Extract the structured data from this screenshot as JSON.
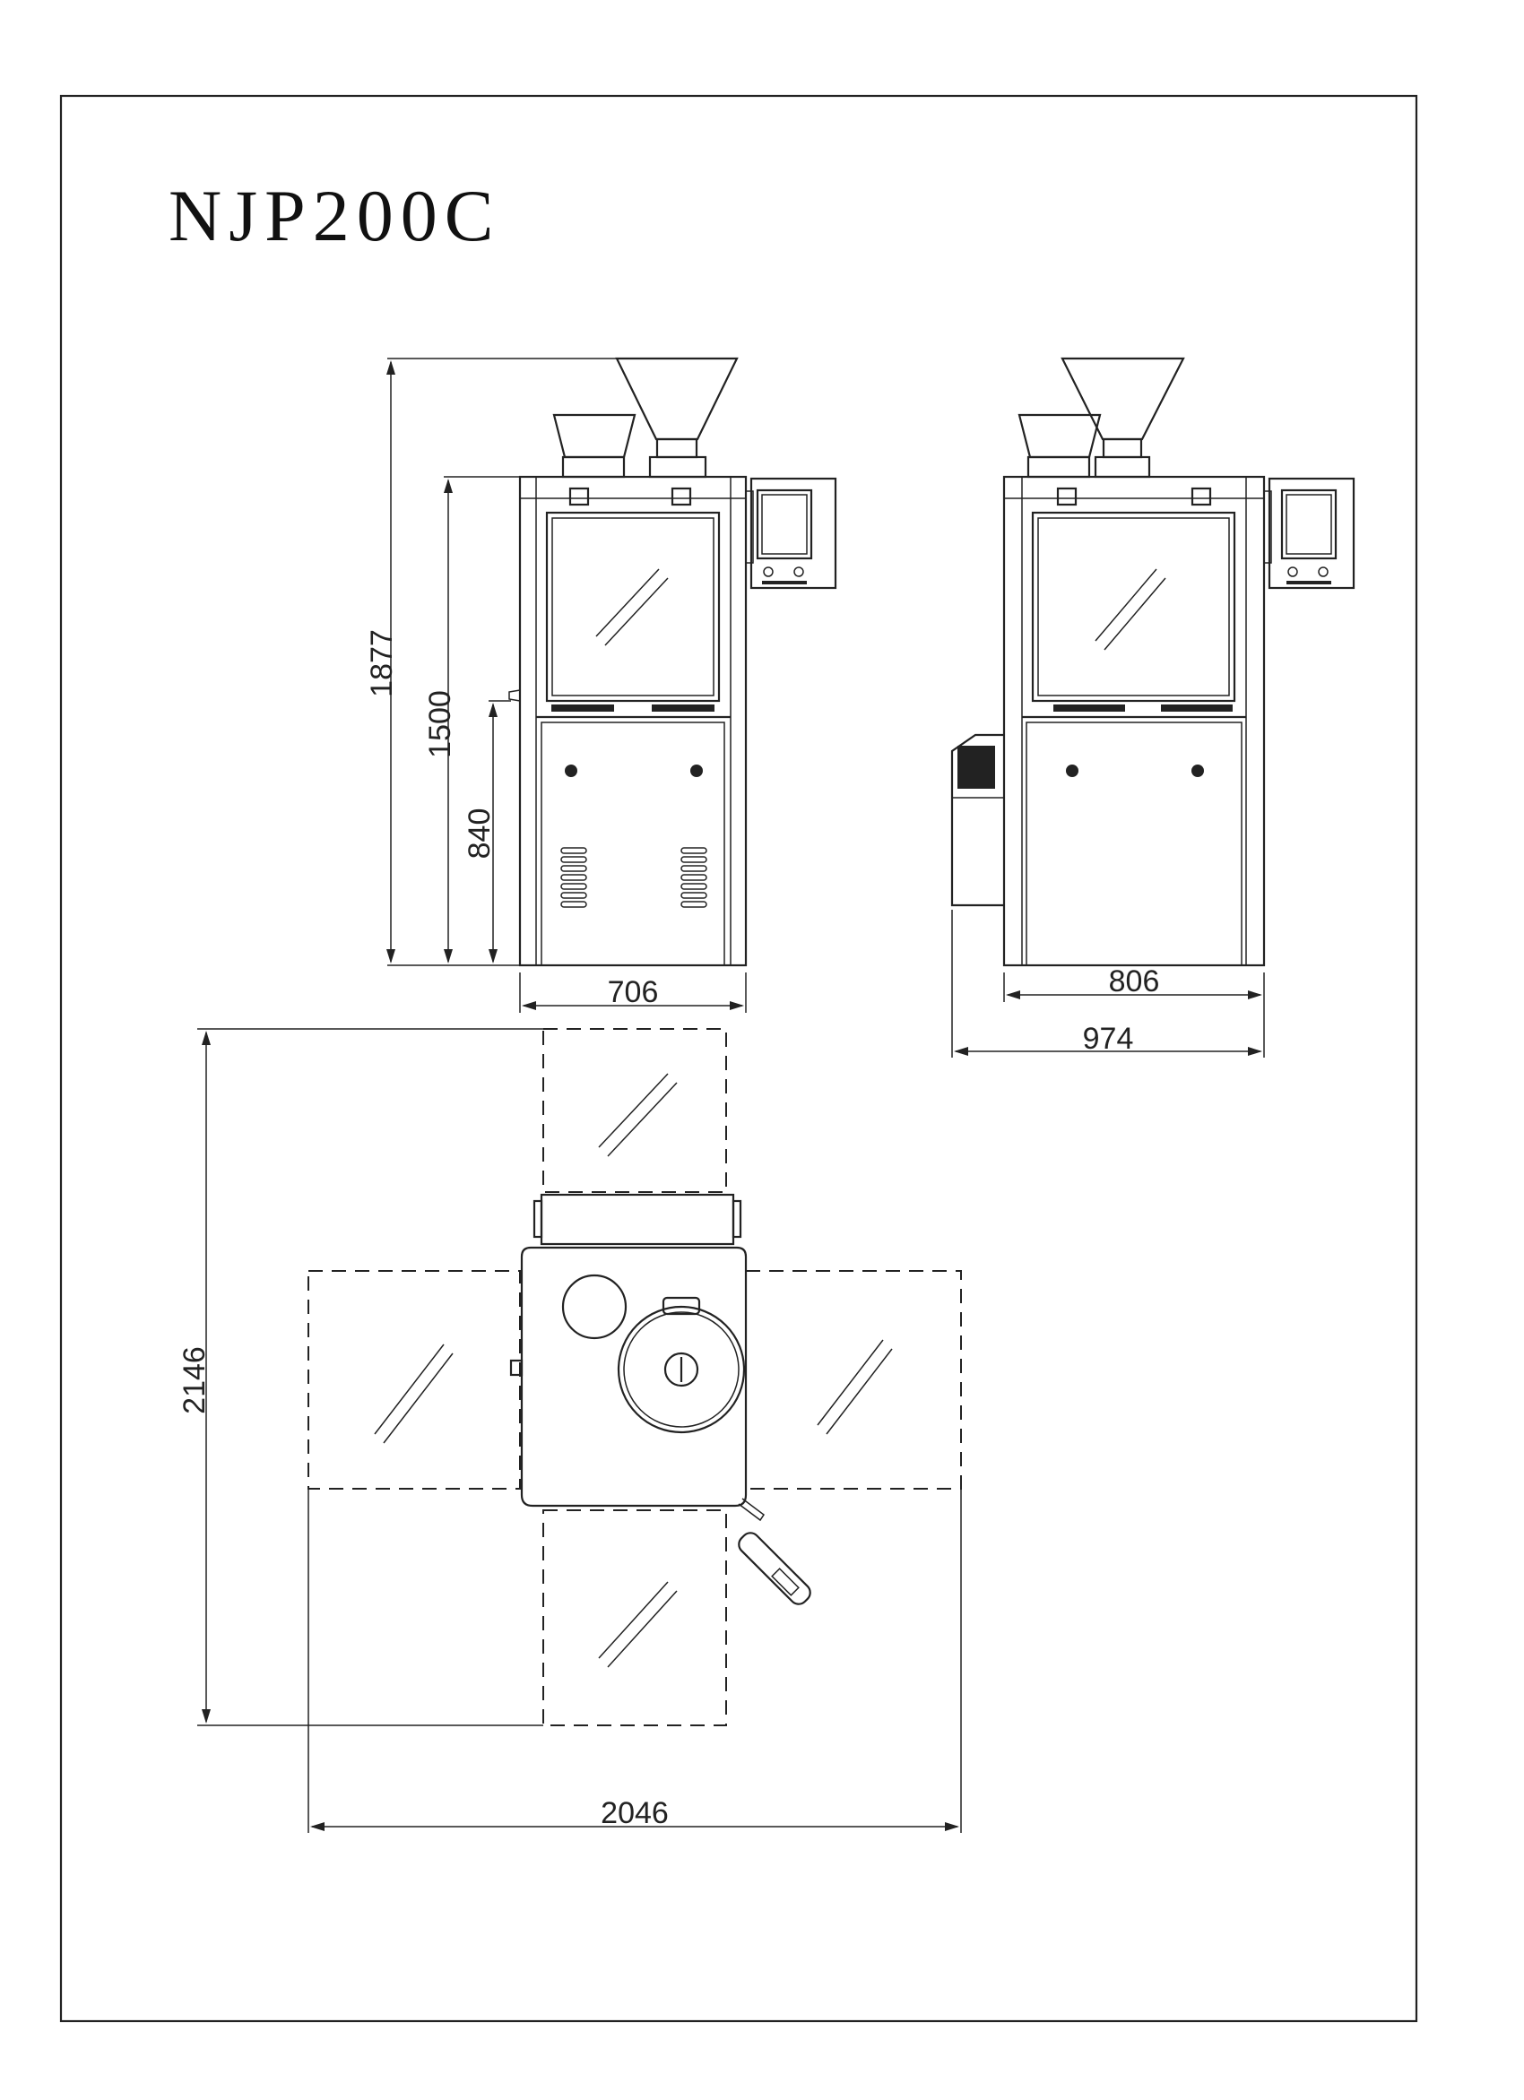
{
  "drawing": {
    "title": "NJP200C",
    "front_view": {
      "dims": {
        "overall_height": "1877",
        "body_height": "1500",
        "lower_height": "840",
        "width": "706"
      }
    },
    "side_view": {
      "dims": {
        "body_width": "806",
        "overall_width": "974"
      }
    },
    "top_view": {
      "dims": {
        "depth": "2146",
        "width": "2046"
      }
    }
  }
}
